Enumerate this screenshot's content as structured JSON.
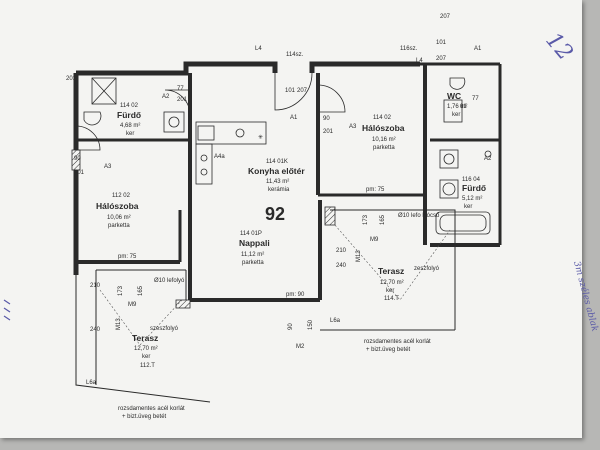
{
  "plan": {
    "apartment_number": "92",
    "wall_color": "#2a2a2a",
    "paper_color": "#f4f4f2",
    "ink_color": "#5a5aa8",
    "rooms": [
      {
        "code": "114 02",
        "name": "Fürdő",
        "area": "4,68 m²",
        "floor": "ker"
      },
      {
        "code": "114 01K",
        "name": "Konyha előtér",
        "area": "11,43 m²",
        "floor": "kerámia"
      },
      {
        "code": "114 02",
        "name": "Hálószoba",
        "area": "10,16 m²",
        "floor": "parketta"
      },
      {
        "code": "",
        "name": "WC",
        "area": "1,76 m²",
        "floor": "ker"
      },
      {
        "code": "116 04",
        "name": "Fürdő",
        "area": "5,12 m²",
        "floor": "ker"
      },
      {
        "code": "112 02",
        "name": "Hálószoba",
        "area": "10,06 m²",
        "floor": "parketta"
      },
      {
        "code": "114 01P",
        "name": "Nappali",
        "area": "11,12 m²",
        "floor": "parketta"
      },
      {
        "code": "",
        "name": "Terasz",
        "area": "12,70 m²",
        "floor": "ker",
        "extra": "114.T"
      },
      {
        "code": "",
        "name": "Terasz",
        "area": "12,70 m²",
        "floor": "ker",
        "extra": "112.T"
      }
    ],
    "labels": {
      "top_207": "207",
      "top_114sz": "114sz.",
      "top_116sz": "116sz.",
      "n201": "201",
      "n101": "101",
      "n207": "207",
      "a1": "A1",
      "a2": "A2",
      "a3": "A3",
      "a4a": "A4a",
      "l4": "L4",
      "l4b": "L4",
      "n90": "90",
      "n77": "77",
      "n01": "01",
      "pm75": "pm: 75",
      "pm90": "pm: 90",
      "m9": "M9",
      "m13": "M13",
      "m2": "M2",
      "n210": "210",
      "n240": "240",
      "n173": "173",
      "n165": "165",
      "n150": "150",
      "l6a": "L6a",
      "drain": "Ø10 lefolyó",
      "drain2": "Ø10 lefo lyócső",
      "spout": "szeszfolyó",
      "spout2": "zeszfolyó",
      "railing1": "rozsdamentes acél korlát",
      "railing2": "+ bizt.üveg betét"
    },
    "handwriting": {
      "corner_mark": "12",
      "side_note": "3m széles ablak"
    }
  }
}
